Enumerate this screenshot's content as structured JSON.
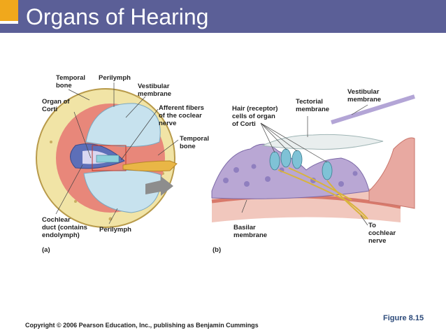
{
  "slide": {
    "title": "Organs of Hearing",
    "figure_number": "Figure 8.15",
    "copyright": "Copyright © 2006 Pearson Education, Inc., publishing as Benjamin Cummings"
  },
  "panel_a": {
    "tag": "(a)",
    "labels": {
      "temporal_bone_top": "Temporal\nbone",
      "perilymph_top": "Perilymph",
      "vestibular_membrane": "Vestibular\nmembrane",
      "organ_of_corti": "Organ of\nCorti",
      "afferent_fibers": "Afferent fibers\nof the coclear\nnerve",
      "temporal_bone_right": "Temporal\nbone",
      "cochlear_duct": "Cochlear\nduct (contains\nendolymph)",
      "perilymph_bottom": "Perilymph"
    }
  },
  "panel_b": {
    "tag": "(b)",
    "labels": {
      "hair_cells": "Hair (receptor)\ncells of organ\nof Corti",
      "tectorial_membrane": "Tectorial\nmembrane",
      "vestibular_membrane": "Vestibular\nmembrane",
      "basilar_membrane": "Basilar\nmembrane",
      "to_cochlear_nerve": "To\ncochlear\nnerve"
    }
  }
}
